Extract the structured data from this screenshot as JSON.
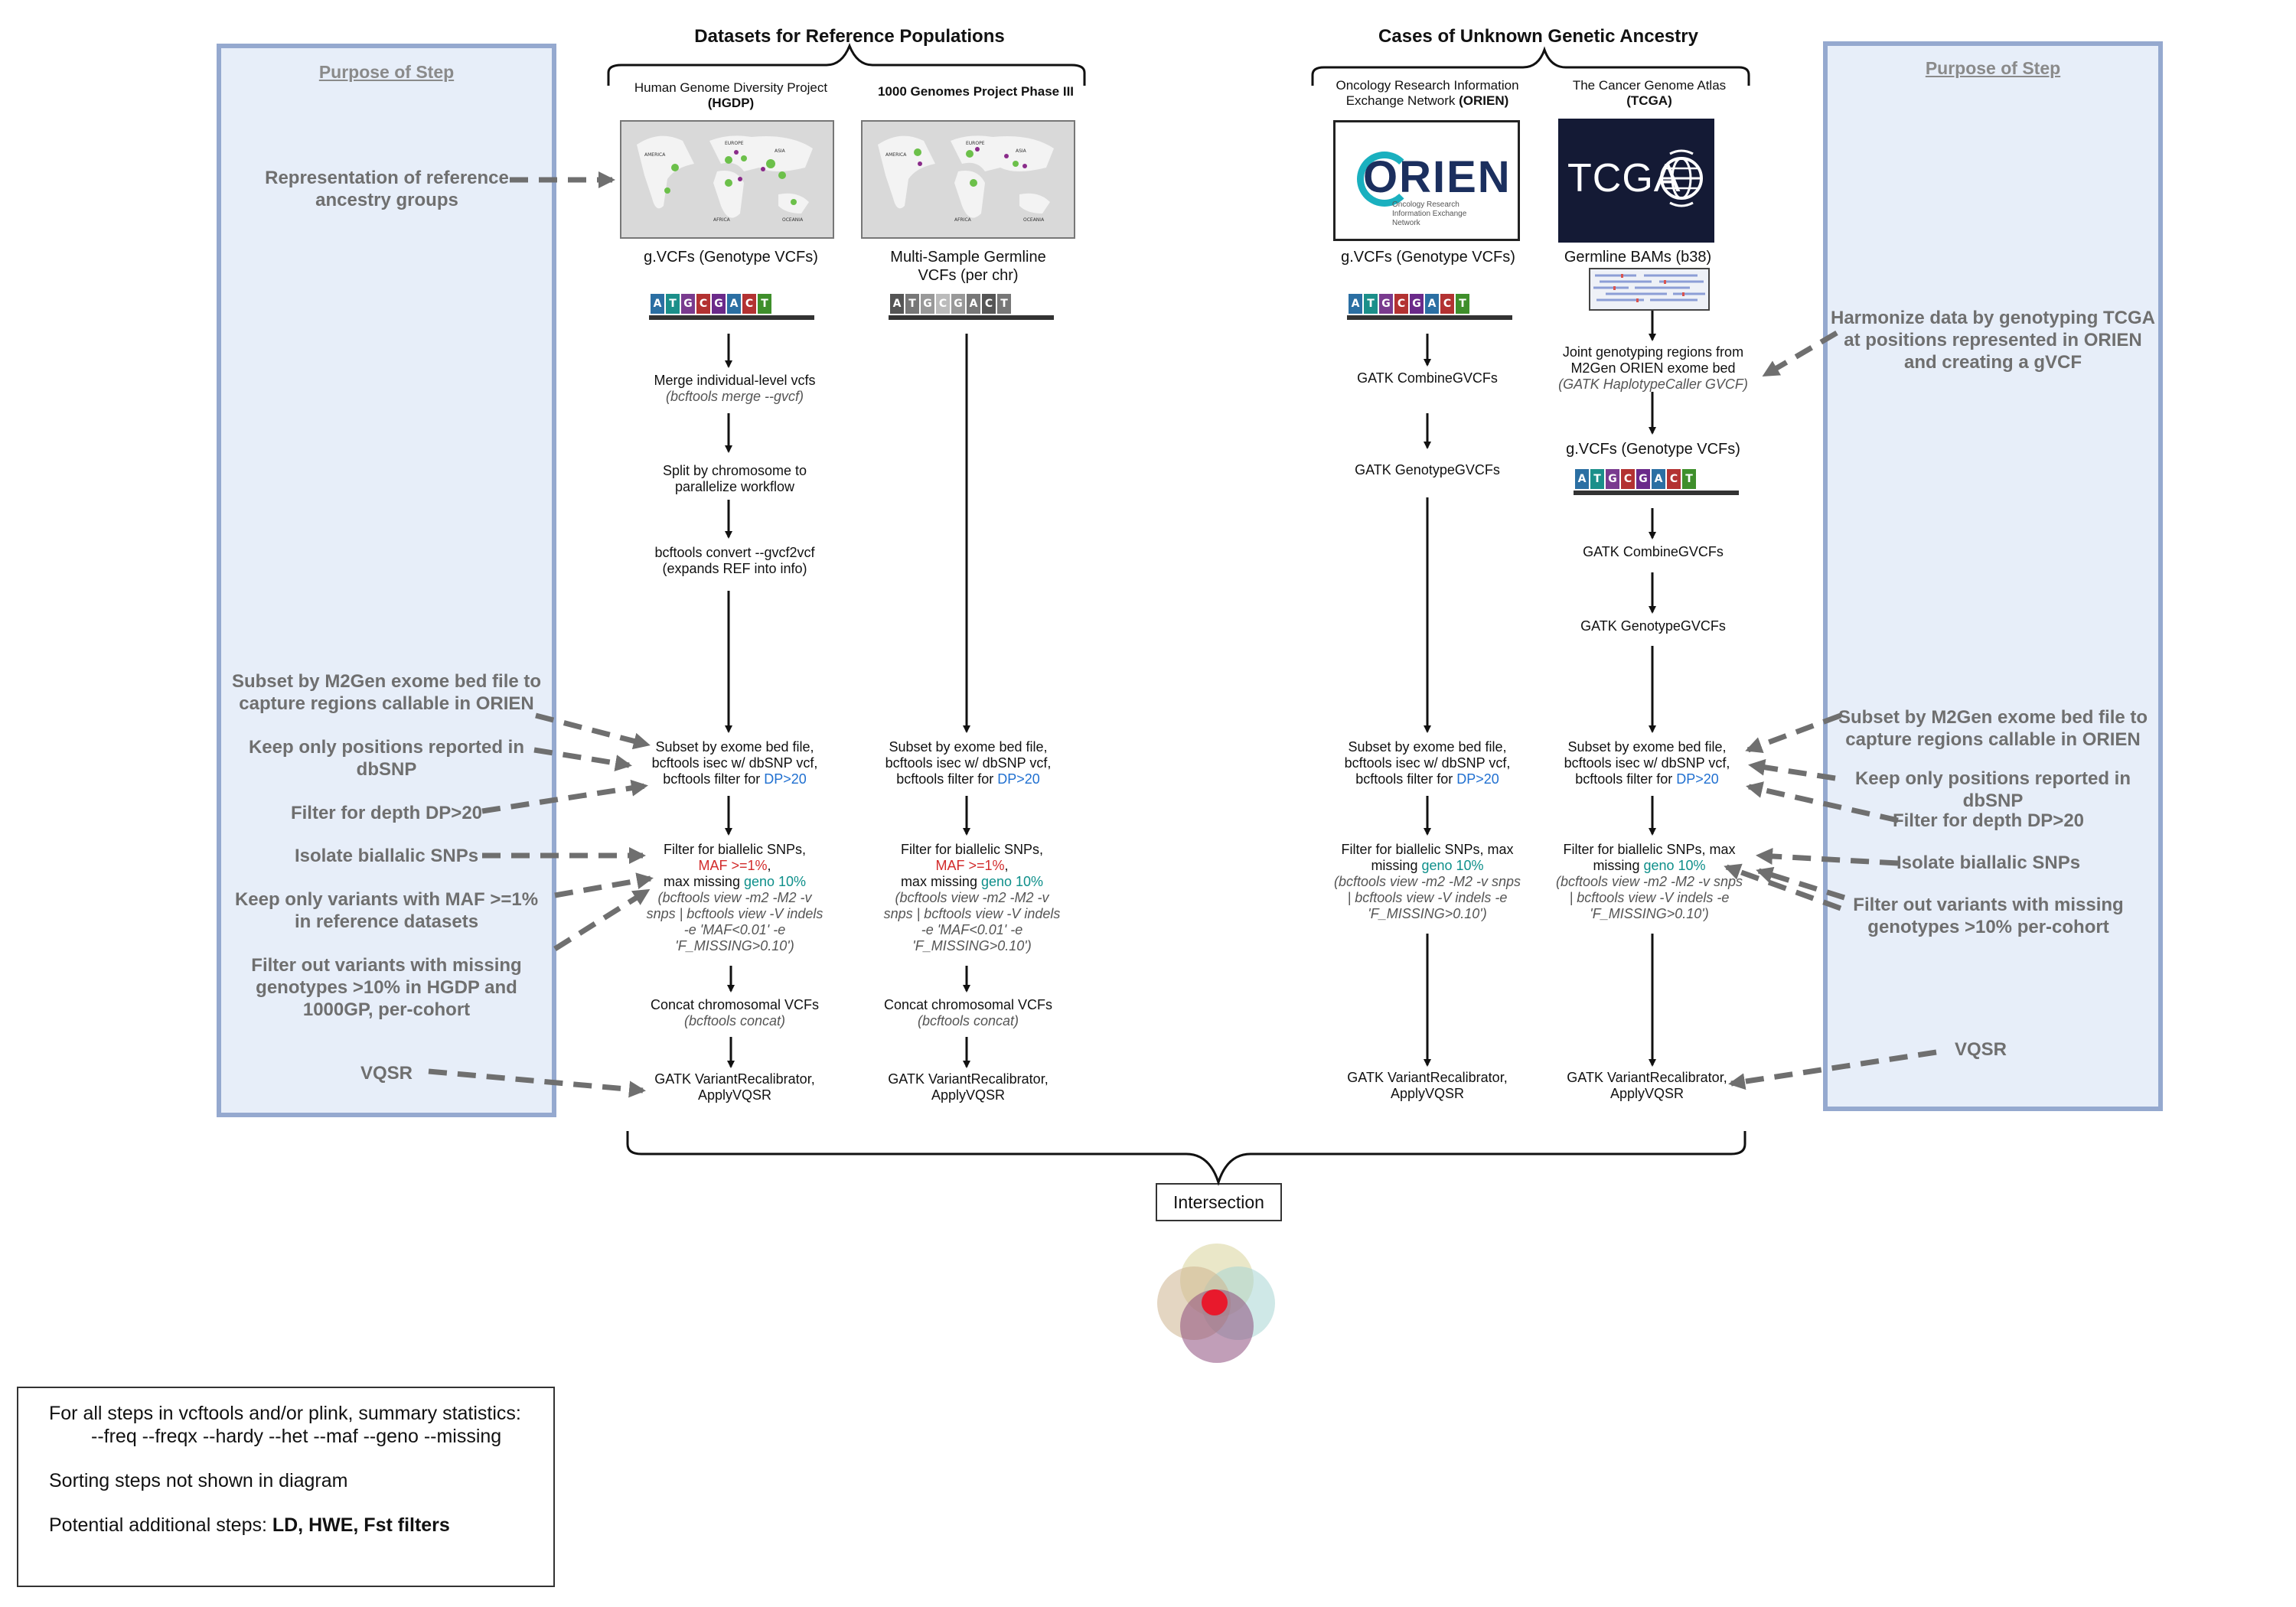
{
  "purpose_title": "Purpose of Step",
  "left_purposes": [
    "Representation of reference ancestry groups",
    "Subset by M2Gen exome bed file to capture regions callable in ORIEN",
    "Keep only positions reported in dbSNP",
    "Filter for depth DP>20",
    "Isolate biallalic SNPs",
    "Keep only variants with MAF >=1% in reference datasets",
    "Filter out variants with missing genotypes >10% in HGDP and 1000GP, per-cohort",
    "VQSR"
  ],
  "right_purposes": [
    "Harmonize data by genotyping TCGA at positions represented in ORIEN and creating a gVCF",
    "Subset by M2Gen exome bed file to capture regions callable in ORIEN",
    "Keep only positions reported in dbSNP",
    "Filter for depth DP>20",
    "Isolate biallalic SNPs",
    "Filter out variants with missing genotypes >10% per-cohort",
    "VQSR"
  ],
  "headers": {
    "reference": "Datasets for Reference Populations",
    "unknown": "Cases of Unknown Genetic Ancestry"
  },
  "datasets": {
    "hgdp": {
      "name": "Human Genome Diversity Project",
      "abbr": "(HGDP)"
    },
    "kg": {
      "name": "1000 Genomes Project Phase III"
    },
    "orien": {
      "name": "Oncology Research Information Exchange Network",
      "abbr": "(ORIEN)"
    },
    "tcga": {
      "name": "The Cancer Genome Atlas",
      "abbr": "(TCGA)"
    }
  },
  "logos": {
    "orien_word": "ORIEN",
    "orien_tag": "Oncology Research Information Exchange Network",
    "tcga_word": "TCGA"
  },
  "map_labels": [
    "AMERICA",
    "EUROPE",
    "ASIA",
    "AFRICA",
    "OCEANIA"
  ],
  "dna_letters": [
    "A",
    "T",
    "G",
    "C",
    "G",
    "A",
    "C",
    "T"
  ],
  "dna_colors": [
    "#2b6fa3",
    "#1b8f8a",
    "#7a3b8f",
    "#b33232",
    "#6b2a8a",
    "#2b6fa3",
    "#b33232",
    "#3f8f2b"
  ],
  "dna_colors_gray": [
    "#555555",
    "#777777",
    "#999999",
    "#bbbbbb",
    "#999999",
    "#777777",
    "#555555",
    "#777777"
  ],
  "labels": {
    "gvcf": "g.VCFs (Genotype VCFs)",
    "multi": "Multi-Sample Germline VCFs (per chr)",
    "bams": "Germline BAMs (b38)",
    "merge": "Merge individual-level vcfs",
    "merge_cmd": "(bcftools merge --gvcf)",
    "split": "Split by chromosome to parallelize workflow",
    "convert": "bcftools convert --gvcf2vcf",
    "convert2": "(expands REF into info)",
    "combine": "GATK CombineGVCFs",
    "genotype": "GATK GenotypeGVCFs",
    "joint": "Joint genotyping regions from M2Gen ORIEN exome bed",
    "joint_cmd": "(GATK HaplotypeCaller GVCF)",
    "subset1": "Subset by exome bed file,",
    "subset2": "bcftools isec w/ dbSNP vcf,",
    "subset3": "bcftools filter for",
    "dp": "DP>20",
    "bial": "Filter for biallelic SNPs,",
    "bial_max": "Filter for biallelic SNPs, max",
    "maf": "MAF >=1%",
    "comma": ",",
    "maxmissing": "max missing",
    "missing": "missing",
    "geno": "geno 10%",
    "cmd_ref": "(bcftools view -m2 -M2 -v snps | bcftools view -V indels -e 'MAF<0.01' -e 'F_MISSING>0.10')",
    "cmd_unk": "(bcftools view -m2 -M2 -v snps | bcftools view -V indels -e 'F_MISSING>0.10')",
    "concat": "Concat chromosomal VCFs",
    "concat_cmd": "(bcftools concat)",
    "vqsr1": "GATK VariantRecalibrator,",
    "vqsr2": "ApplyVQSR"
  },
  "intersection": "Intersection",
  "notes": {
    "line1": "For all steps in vcftools and/or plink, summary statistics:",
    "line2": "--freq --freqx --hardy --het --maf --geno --missing",
    "line3": "Sorting steps not shown in diagram",
    "line4_prefix": "Potential additional steps: ",
    "line4_bold": "LD, HWE, Fst filters"
  }
}
